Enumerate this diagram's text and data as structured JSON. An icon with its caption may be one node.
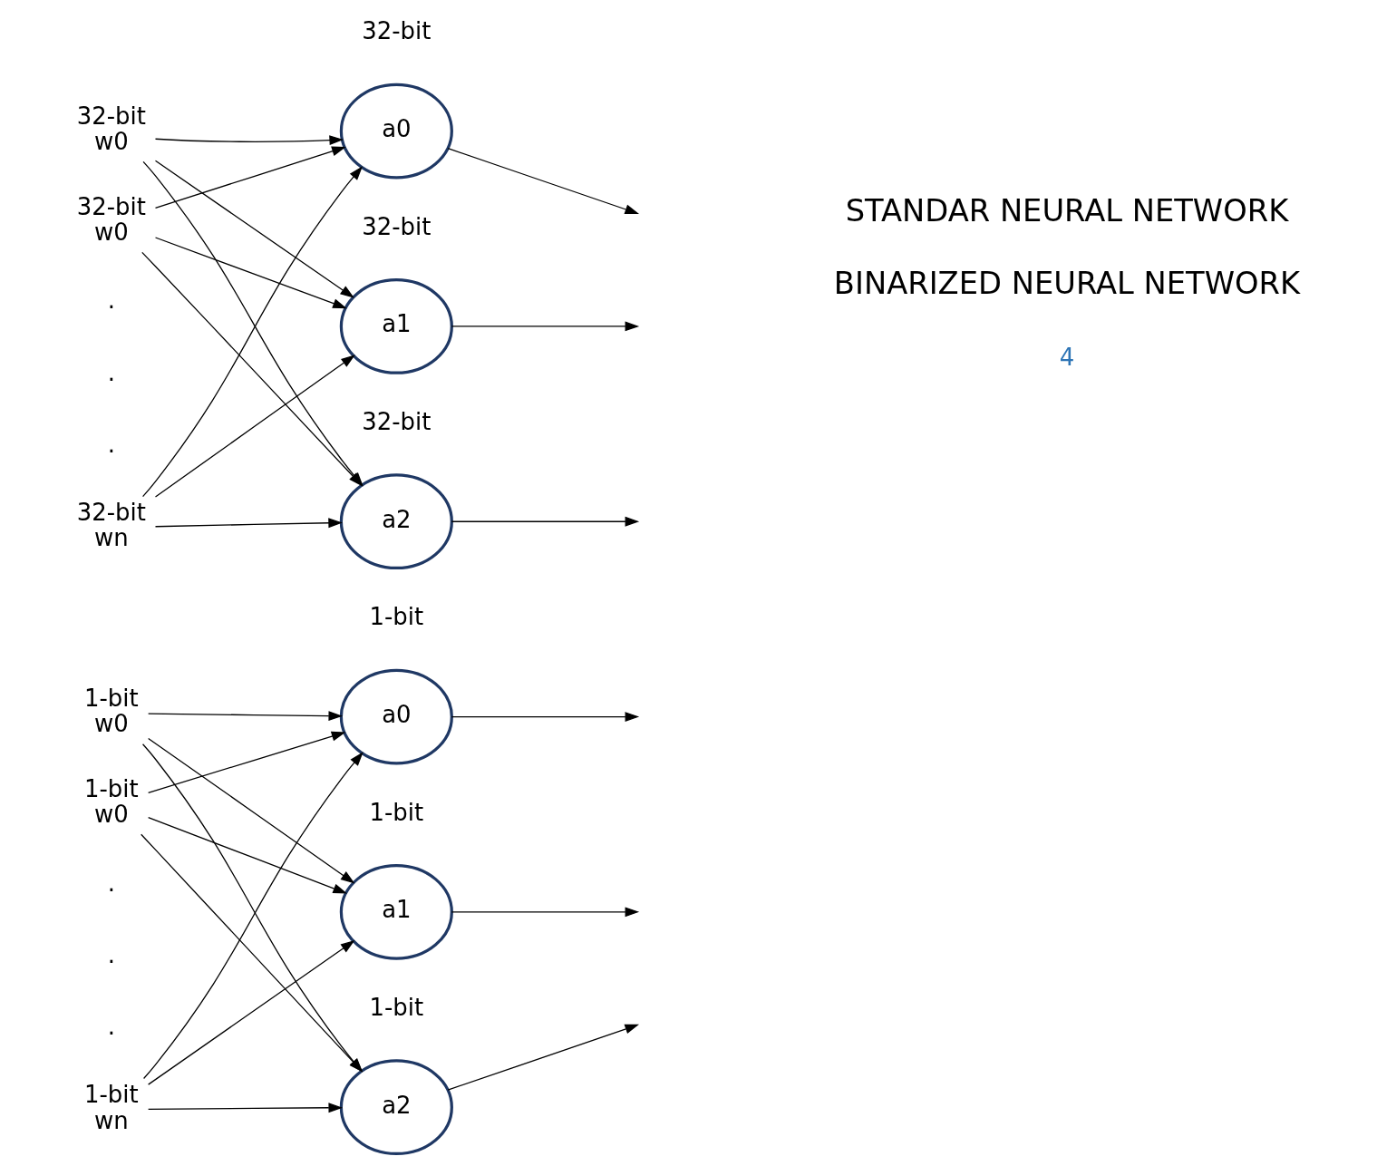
{
  "diagram": {
    "nodes": [
      {
        "text": [
          "32-bit",
          "w0"
        ]
      },
      {
        "text": [
          "32-bit",
          "w0"
        ]
      },
      {
        "text": [
          "32-bit",
          "wn"
        ]
      },
      {
        "text": [
          "a0"
        ],
        "beside": [
          "32-bit"
        ]
      },
      {
        "text": [
          "a1"
        ],
        "beside": [
          "32-bit"
        ]
      },
      {
        "text": [
          "a2"
        ],
        "beside": [
          "32-bit"
        ]
      },
      {
        "text": [
          "1-bit",
          "w0"
        ]
      },
      {
        "text": [
          "1-bit",
          "w0"
        ]
      },
      {
        "text": [
          "1-bit",
          "wn"
        ]
      },
      {
        "text": [
          "a0"
        ],
        "beside": [
          "1-bit"
        ]
      },
      {
        "text": [
          "a1"
        ],
        "beside": [
          "1-bit"
        ]
      },
      {
        "text": [
          "a2"
        ],
        "beside": [
          "1-bit"
        ]
      }
    ],
    "edges": [
      {
        "from": 0,
        "to": 3,
        "arrow": "to"
      },
      {
        "from": 0,
        "to": 4,
        "arrow": "to"
      },
      {
        "from": 0,
        "to": 5,
        "arrow": "to"
      },
      {
        "from": 1,
        "to": 3,
        "arrow": "to"
      },
      {
        "from": 1,
        "to": 4,
        "arrow": "to"
      },
      {
        "from": 1,
        "to": 5,
        "arrow": "to"
      },
      {
        "from": 2,
        "to": 3,
        "arrow": "to"
      },
      {
        "from": 2,
        "to": 4,
        "arrow": "to"
      },
      {
        "from": 2,
        "to": 5,
        "arrow": "to"
      },
      {
        "from": 3,
        "to": null,
        "arrow": "to"
      },
      {
        "from": 4,
        "to": null,
        "arrow": "to"
      },
      {
        "from": 5,
        "to": null,
        "arrow": "to"
      },
      {
        "from": 6,
        "to": 9,
        "arrow": "to"
      },
      {
        "from": 6,
        "to": 10,
        "arrow": "to"
      },
      {
        "from": 6,
        "to": 11,
        "arrow": "to"
      },
      {
        "from": 7,
        "to": 9,
        "arrow": "to"
      },
      {
        "from": 7,
        "to": 10,
        "arrow": "to"
      },
      {
        "from": 7,
        "to": 11,
        "arrow": "to"
      },
      {
        "from": 8,
        "to": 9,
        "arrow": "to"
      },
      {
        "from": 8,
        "to": 10,
        "arrow": "to"
      },
      {
        "from": 8,
        "to": 11,
        "arrow": "to"
      },
      {
        "from": 9,
        "to": null,
        "arrow": "to"
      },
      {
        "from": 10,
        "to": null,
        "arrow": "to"
      },
      {
        "from": 11,
        "to": null,
        "arrow": "to"
      }
    ],
    "labels": [
      ".",
      ".",
      ".",
      "STANDAR NEURAL NETWORK",
      ".",
      ".",
      ".",
      "BINARIZED NEURAL NETWORK",
      "4"
    ]
  }
}
